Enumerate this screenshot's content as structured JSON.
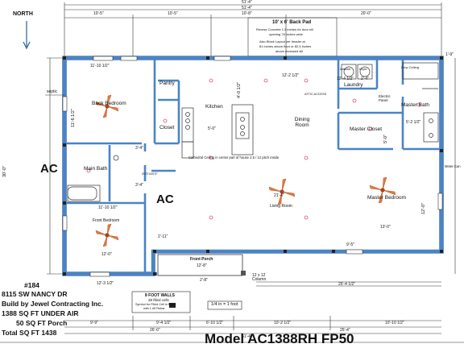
{
  "north_label": "NORTH",
  "model": "Model AC1388RH FP50",
  "info": {
    "number": "#184",
    "address": "8115 SW NANCY DR",
    "builder": "Build by Jewel Contracting Inc.",
    "under_air": "1388 SQ FT UNDER AIR",
    "porch": "50 SQ FT Porch",
    "total": "Total SQ FT 1438"
  },
  "ac_labels": [
    "AC",
    "AC"
  ],
  "back_pad": {
    "title": "10' x 6' Back Pad",
    "note1": "Recess Concrete 1.5 inches for door sill",
    "note2": "opening 76 inches wide",
    "note3": "Also Block Layout per header at",
    "note4": "81 inches above floor or 82.5 inches",
    "note5": "above recessed sill"
  },
  "rooms": {
    "back_bedroom": "Back Bedroom",
    "pantry": "Pantry",
    "closet": "Closet",
    "kitchen": "Kitchen",
    "dining": "Dining Room",
    "laundry": "Laundry",
    "master_bath": "Master Bath",
    "master_closet": "Master Closet",
    "main_bath": "Main Bath",
    "front_bedroom": "Front Bedroom",
    "living": "Living Room",
    "master_bedroom": "Master Bedroom",
    "front_porch": "Front Porch",
    "washer": "Washer",
    "dryer": "Dryer",
    "electric_panel": "Electric Panel",
    "drop_ceiling": "Drop Ceiling",
    "septic": "septic",
    "attic": "ATTIC ACCESS",
    "meter": "Meter Can",
    "cathedral": "Cathedral Ceiling in center part of house 2.5 / 12 pitch inside"
  },
  "dims": {
    "overall_top": "51'-4\"",
    "overall_top2": "51'-4\"",
    "top_1": "10'-5\"",
    "top_2": "10'-5\"",
    "top_3": "10'-8\"",
    "top_4": "20'-0\"",
    "left_height": "30'-0\"",
    "right_height": "12'-0\"",
    "bb_width": "11'-10 1/2\"",
    "bb_height": "11'-6 1/2\"",
    "fb_width": "11'-10 1/2\"",
    "fb_depth": "12'-0\"",
    "lr_width": "21'-4\"",
    "mb_width": "13'-0\"",
    "dining_width": "12'-2 1/2\"",
    "kitchen_depth": "5'-0\"",
    "island": "4'-0 1/2\"",
    "laundry_w": "12'-4 1/2\"",
    "laundry_w2": "2'-4\"",
    "mbath_w": "5'-2 1/2\"",
    "closet_depth": "5'-0\"",
    "hall": "3'-4\"",
    "hall2": "3'-4\"",
    "porch_dim": "2'-11\"",
    "porch_w": "12'-8\"",
    "porch_d": "2'-8\"",
    "bot_1": "12'-3 1/2\"",
    "bot_2": "25'-4 1/2\"",
    "bot_3": "9'-9\"",
    "bot_4": "9'-4 1/2\"",
    "bot_5": "6'-10 1/2\"",
    "bot_6": "10'-2 1/2\"",
    "bot_7": "10'-10 1/2\"",
    "bot_8": "26'-0\"",
    "bot_9": "25'-4\"",
    "bot_total": "51'-4\"",
    "right_dim": "9'-5\"",
    "wall_dim": "20'3\"x20'3\"",
    "pitch": "1'-9\""
  },
  "column": "12 x 12 Column",
  "walls_note": {
    "title": "8 FOOT WALLS",
    "line2": "38 filled cells",
    "line3": "Symbol for Filled Cell in Block",
    "line4": "with 1 #5 Rebar"
  },
  "scale": "1/4 in = 1 foot",
  "colors": {
    "wall": "#4a84c7",
    "wall_dark": "#2a5f9e",
    "fan": "#e07a3c",
    "dim_line": "#333333"
  }
}
